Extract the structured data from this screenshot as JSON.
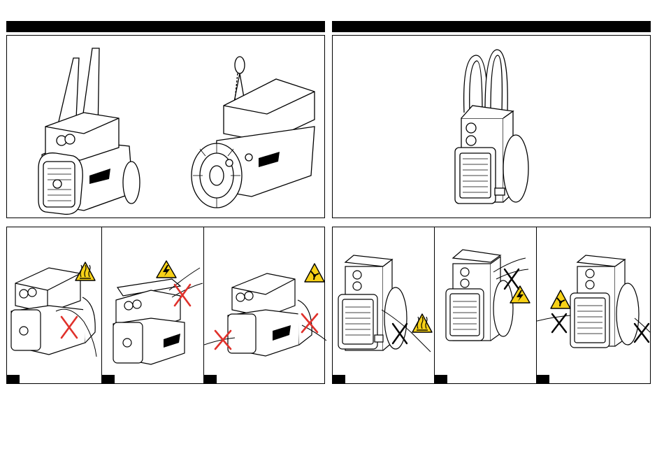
{
  "header_bars": [
    {
      "name": "left-section-header-bar",
      "text": ""
    },
    {
      "name": "right-section-header-bar",
      "text": ""
    }
  ],
  "figures": {
    "top_left": [
      "generator-lifted-by-slings",
      "generator-lifted-by-chain-hook"
    ],
    "top_right": [
      "generator-vertical-with-slings"
    ],
    "bottom_left": [
      "hot-surface-warning",
      "electric-shock-warning",
      "rotating-parts-warning"
    ],
    "bottom_right": [
      "hot-surface-warning",
      "electric-shock-warning",
      "rotating-parts-warning"
    ]
  },
  "warning_symbol_color": "#f7d117",
  "prohibition_cross_colors": {
    "left": "#e0312b",
    "right": "#000000"
  },
  "icons": [
    "hot-surface-icon",
    "high-voltage-icon",
    "rotating-fan-icon",
    "prohibition-cross-icon"
  ]
}
